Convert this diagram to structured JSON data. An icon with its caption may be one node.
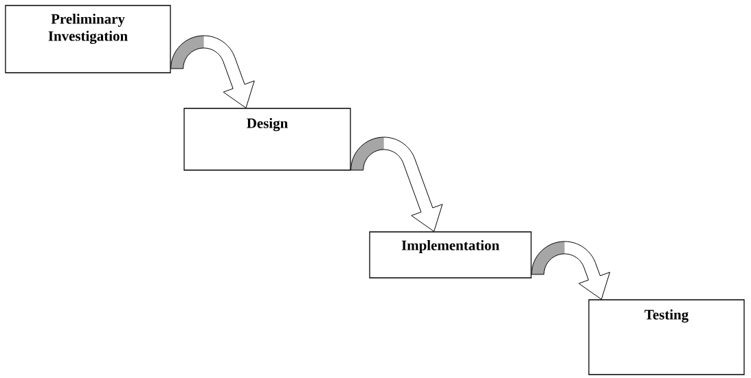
{
  "diagram": {
    "nodes": [
      {
        "text": [
          "Preliminary Investigation"
        ]
      },
      {
        "text": [
          "Design"
        ]
      },
      {
        "text": [
          "Implementation"
        ]
      },
      {
        "text": [
          "Testing"
        ]
      }
    ],
    "edges": [
      {
        "from": 0,
        "to": 1,
        "arrow": "to"
      },
      {
        "from": 1,
        "to": 2,
        "arrow": "to"
      },
      {
        "from": 2,
        "to": 3,
        "arrow": "to"
      }
    ]
  }
}
